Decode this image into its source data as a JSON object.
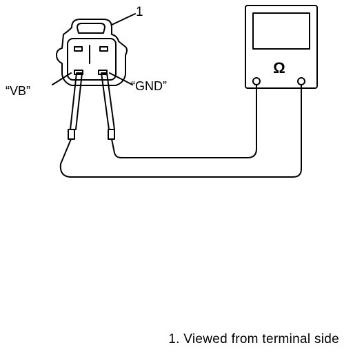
{
  "diagram": {
    "callout_number": "1",
    "terminal_vb_label": "“VB”",
    "terminal_gnd_label": "“GND”",
    "meter_symbol": "Ω",
    "caption": "1. Viewed from terminal side"
  },
  "colors": {
    "ink": "#000000",
    "background": "#ffffff"
  }
}
